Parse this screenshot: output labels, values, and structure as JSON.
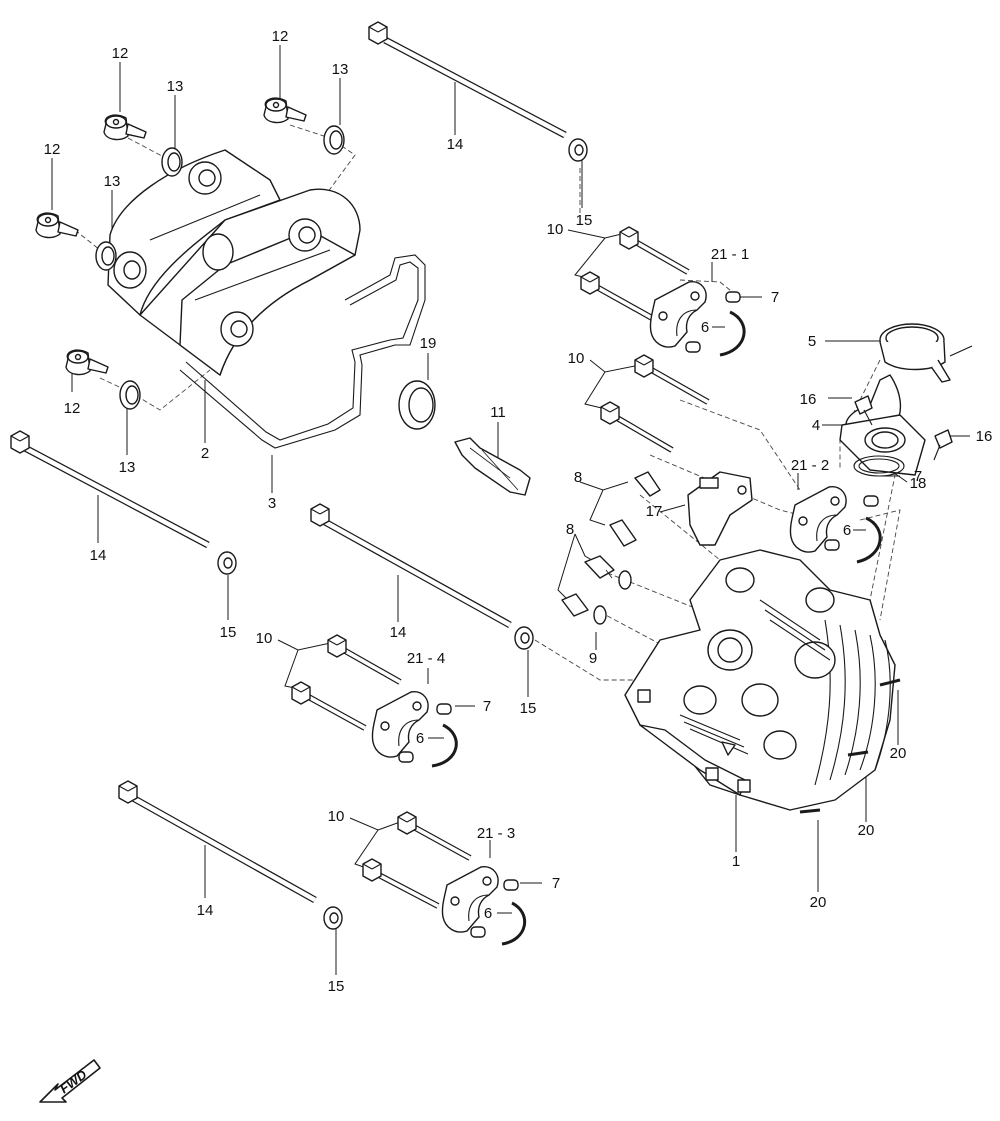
{
  "callouts": [
    {
      "id": "c12a",
      "text": "12"
    },
    {
      "id": "c12b",
      "text": "12"
    },
    {
      "id": "c12c",
      "text": "12"
    },
    {
      "id": "c12d",
      "text": "12"
    },
    {
      "id": "c13a",
      "text": "13"
    },
    {
      "id": "c13b",
      "text": "13"
    },
    {
      "id": "c13c",
      "text": "13"
    },
    {
      "id": "c13d",
      "text": "13"
    },
    {
      "id": "c14a",
      "text": "14"
    },
    {
      "id": "c14b",
      "text": "14"
    },
    {
      "id": "c14c",
      "text": "14"
    },
    {
      "id": "c14d",
      "text": "14"
    },
    {
      "id": "c15a",
      "text": "15"
    },
    {
      "id": "c15b",
      "text": "15"
    },
    {
      "id": "c15c",
      "text": "15"
    },
    {
      "id": "c15d",
      "text": "15"
    },
    {
      "id": "c10a",
      "text": "10"
    },
    {
      "id": "c10b",
      "text": "10"
    },
    {
      "id": "c10c",
      "text": "10"
    },
    {
      "id": "c10d",
      "text": "10"
    },
    {
      "id": "c21_1",
      "text": "21 - 1"
    },
    {
      "id": "c21_2",
      "text": "21 - 2"
    },
    {
      "id": "c21_3",
      "text": "21 - 3"
    },
    {
      "id": "c21_4",
      "text": "21 - 4"
    },
    {
      "id": "c7a",
      "text": "7"
    },
    {
      "id": "c7b",
      "text": "7"
    },
    {
      "id": "c7c",
      "text": "7"
    },
    {
      "id": "c7d",
      "text": "7"
    },
    {
      "id": "c6a",
      "text": "6"
    },
    {
      "id": "c6b",
      "text": "6"
    },
    {
      "id": "c6c",
      "text": "6"
    },
    {
      "id": "c6d",
      "text": "6"
    },
    {
      "id": "c5",
      "text": "5"
    },
    {
      "id": "c4",
      "text": "4"
    },
    {
      "id": "c16a",
      "text": "16"
    },
    {
      "id": "c16b",
      "text": "16"
    },
    {
      "id": "c18",
      "text": "18"
    },
    {
      "id": "c19",
      "text": "19"
    },
    {
      "id": "c11",
      "text": "11"
    },
    {
      "id": "c2",
      "text": "2"
    },
    {
      "id": "c3",
      "text": "3"
    },
    {
      "id": "c8a",
      "text": "8"
    },
    {
      "id": "c8b",
      "text": "8"
    },
    {
      "id": "c9",
      "text": "9"
    },
    {
      "id": "c17",
      "text": "17"
    },
    {
      "id": "c1",
      "text": "1"
    },
    {
      "id": "c20a",
      "text": "20"
    },
    {
      "id": "c20b",
      "text": "20"
    },
    {
      "id": "c20c",
      "text": "20"
    }
  ],
  "fwd_label": "FWD"
}
